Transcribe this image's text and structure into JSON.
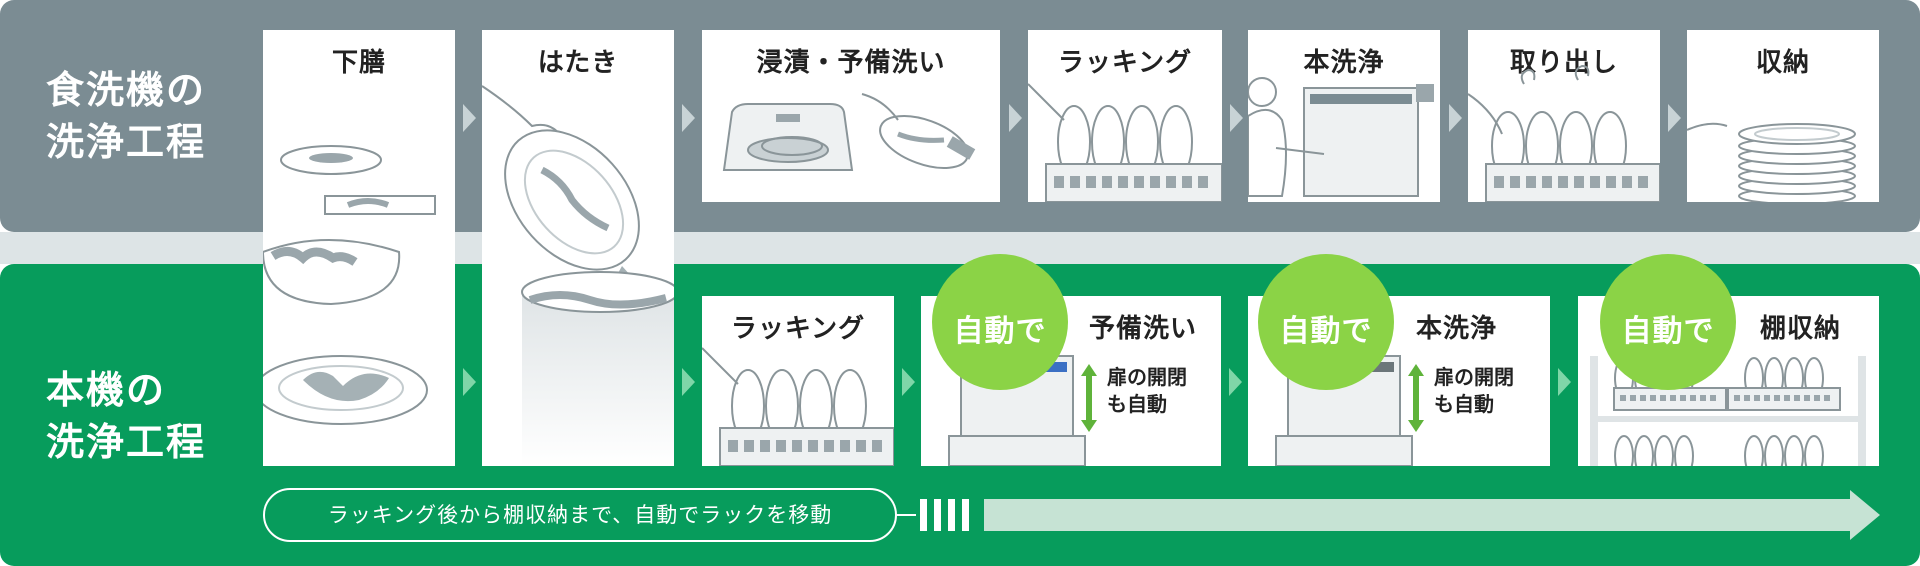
{
  "rows": {
    "top_label": [
      "食洗機の",
      "洗浄工程"
    ],
    "bottom_label": [
      "本機の",
      "洗浄工程"
    ]
  },
  "top_steps": [
    "下膳",
    "はたき",
    "浸漬・予備洗い",
    "ラッキング",
    "本洗浄",
    "取り出し",
    "収納"
  ],
  "bottom_steps": {
    "racking": "ラッキング",
    "pre_wash": "予備洗い",
    "main_wash": "本洗浄",
    "shelf_storage": "棚収納"
  },
  "badge_text": "自動で",
  "door_note": [
    "扉の開閉",
    "も自動"
  ],
  "flow_caption": "ラッキング後から棚収納まで、自動でラックを移動",
  "colors": {
    "top_band": "#7b8c93",
    "bottom_band": "#079c5c",
    "badge": "#8bd346",
    "door_arrow": "#5fb33a",
    "flow_arrow": "#c6e3d4"
  }
}
